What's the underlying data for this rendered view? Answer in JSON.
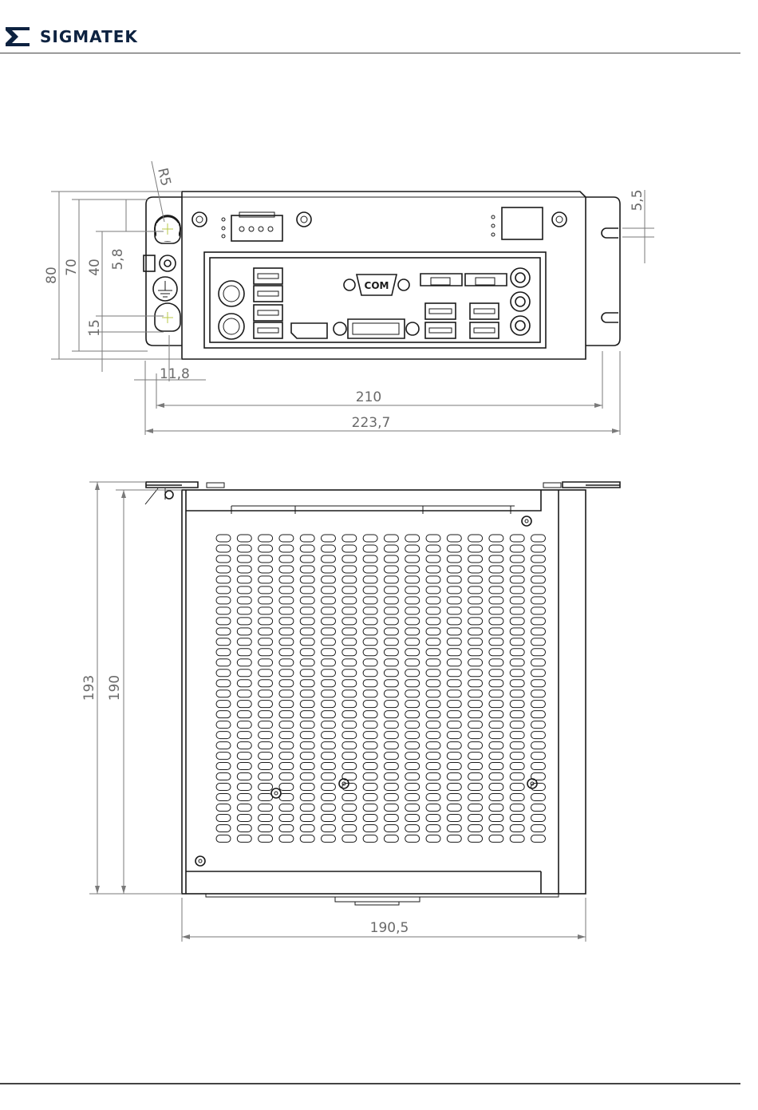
{
  "header": {
    "brand": "SIGMATEK",
    "logo_icon": "sigmatek-logo-icon",
    "brand_color": "#0d2240"
  },
  "front_view": {
    "com_label": "COM",
    "dims": {
      "radius": "R5",
      "height_80": "80",
      "height_70": "70",
      "height_40": "40",
      "offset_5_8": "5,8",
      "offset_15": "15",
      "offset_11_8": "11,8",
      "offset_5_5": "5,5",
      "width_210": "210",
      "width_223_7": "223,7"
    }
  },
  "top_view": {
    "dims": {
      "depth_193": "193",
      "depth_190": "190",
      "width_190_5": "190,5"
    }
  }
}
